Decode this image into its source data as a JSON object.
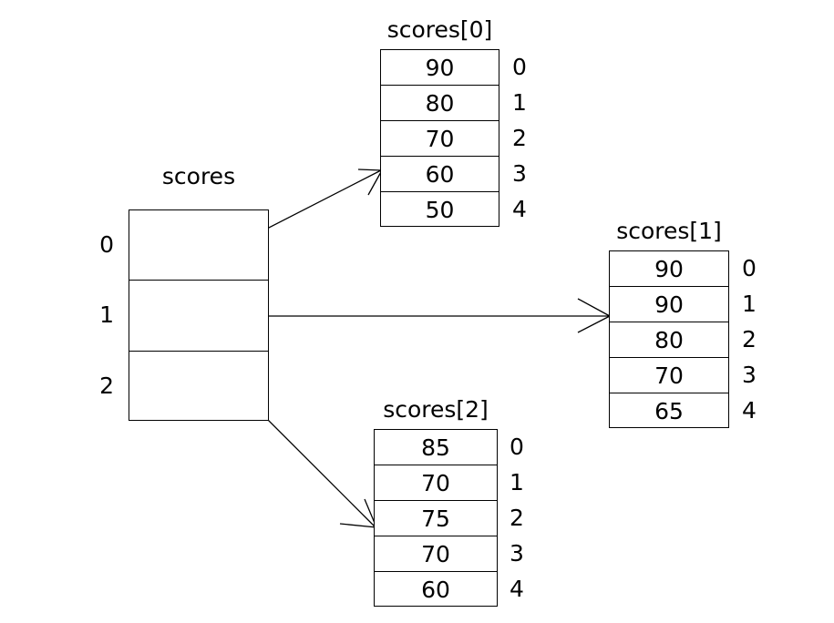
{
  "diagram": {
    "type": "array-of-arrays",
    "background": "#ffffff",
    "line_color": "#000000",
    "text_color": "#000000"
  },
  "pointer_array": {
    "title": "scores",
    "cell_count": 3,
    "index_labels": [
      "0",
      "1",
      "2"
    ],
    "cells": [
      "",
      "",
      ""
    ]
  },
  "rows": [
    {
      "title": "scores[0]",
      "values": [
        "90",
        "80",
        "70",
        "60",
        "50"
      ],
      "index_labels": [
        "0",
        "1",
        "2",
        "3",
        "4"
      ]
    },
    {
      "title": "scores[1]",
      "values": [
        "90",
        "90",
        "80",
        "70",
        "65"
      ],
      "index_labels": [
        "0",
        "1",
        "2",
        "3",
        "4"
      ]
    },
    {
      "title": "scores[2]",
      "values": [
        "85",
        "70",
        "75",
        "70",
        "60"
      ],
      "index_labels": [
        "0",
        "1",
        "2",
        "3",
        "4"
      ]
    }
  ],
  "connectors": [
    {
      "name": "pointer-0-to-scores0",
      "from": "scores[0 ] cell",
      "to": "scores[0]"
    },
    {
      "name": "pointer-1-to-scores1",
      "from": "scores[1 ] cell",
      "to": "scores[1]"
    },
    {
      "name": "pointer-2-to-scores2",
      "from": "scores[2 ] cell",
      "to": "scores[2]"
    }
  ]
}
